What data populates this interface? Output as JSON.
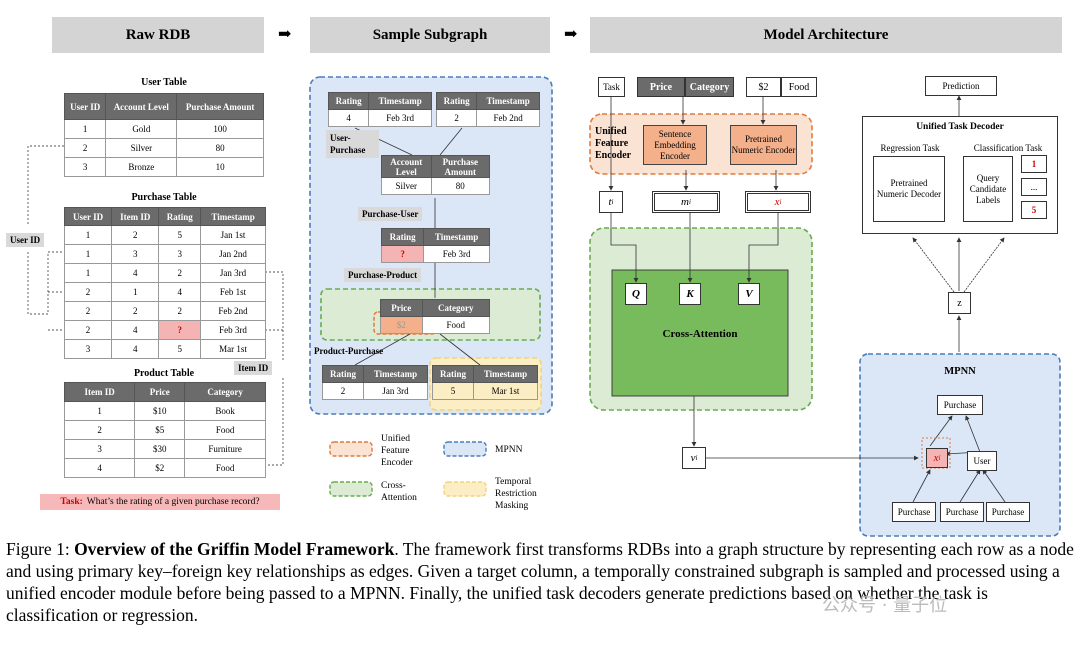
{
  "headers": {
    "raw_rdb": "Raw RDB",
    "sample_subgraph": "Sample Subgraph",
    "model_architecture": "Model Architecture"
  },
  "arrow_glyph": "➡",
  "user_table": {
    "title": "User Table",
    "columns": [
      "User ID",
      "Account Level",
      "Purchase Amount"
    ],
    "rows": [
      [
        "1",
        "Gold",
        "100"
      ],
      [
        "2",
        "Silver",
        "80"
      ],
      [
        "3",
        "Bronze",
        "10"
      ]
    ]
  },
  "purchase_table": {
    "title": "Purchase Table",
    "columns": [
      "User ID",
      "Item ID",
      "Rating",
      "Timestamp"
    ],
    "rows": [
      [
        "1",
        "2",
        "5",
        "Jan 1st"
      ],
      [
        "1",
        "3",
        "3",
        "Jan 2nd"
      ],
      [
        "1",
        "4",
        "2",
        "Jan 3rd"
      ],
      [
        "2",
        "1",
        "4",
        "Feb 1st"
      ],
      [
        "2",
        "2",
        "2",
        "Feb 2nd"
      ],
      [
        "2",
        "4",
        "?",
        "Feb 3rd"
      ],
      [
        "3",
        "4",
        "5",
        "Mar 1st"
      ]
    ]
  },
  "product_table": {
    "title": "Product Table",
    "columns": [
      "Item ID",
      "Price",
      "Category"
    ],
    "rows": [
      [
        "1",
        "$10",
        "Book"
      ],
      [
        "2",
        "$5",
        "Food"
      ],
      [
        "3",
        "$30",
        "Furniture"
      ],
      [
        "4",
        "$2",
        "Food"
      ]
    ]
  },
  "tags": {
    "user_id": "User ID",
    "item_id": "Item ID"
  },
  "task": {
    "label": "Task:",
    "text": "What’s the rating of a given purchase record?"
  },
  "subgraph": {
    "top_left": {
      "columns": [
        "Rating",
        "Timestamp"
      ],
      "row": [
        "4",
        "Feb 3rd"
      ]
    },
    "top_right": {
      "columns": [
        "Rating",
        "Timestamp"
      ],
      "row": [
        "2",
        "Feb 2nd"
      ]
    },
    "user_purchase_tag": "User-Purchase",
    "user_node": {
      "columns": [
        "Account Level",
        "Purchase Amount"
      ],
      "row": [
        "Silver",
        "80"
      ]
    },
    "purchase_user_tag": "Purchase-User",
    "target": {
      "columns": [
        "Rating",
        "Timestamp"
      ],
      "row": [
        "?",
        "Feb 3rd"
      ]
    },
    "purchase_product_tag": "Purchase-Product",
    "product": {
      "columns": [
        "Price",
        "Category"
      ],
      "row": [
        "$2",
        "Food"
      ]
    },
    "product_purchase_label": "Product-Purchase",
    "bottom_left": {
      "columns": [
        "Rating",
        "Timestamp"
      ],
      "row": [
        "2",
        "Jan 3rd"
      ]
    },
    "bottom_right": {
      "columns": [
        "Rating",
        "Timestamp"
      ],
      "row": [
        "5",
        "Mar 1st"
      ]
    }
  },
  "legend": {
    "ufe": "Unified Feature Encoder",
    "mpnn": "MPNN",
    "ca": "Cross-Attention",
    "trm": "Temporal Restriction Masking"
  },
  "model": {
    "task": "Task",
    "price": "Price",
    "category": "Category",
    "price_value": "$2",
    "category_value": "Food",
    "ufe_label": "Unified Feature Encoder",
    "sentence_encoder": "Sentence Embedding Encoder",
    "numeric_encoder": "Pretrained Numeric Encoder",
    "t_i": "t",
    "m_i": "m",
    "x_i": "x",
    "sub_i": "i",
    "q": "Q",
    "k": "K",
    "v": "V",
    "cross_attention": "Cross-Attention",
    "v_i": "v",
    "prediction": "Prediction",
    "decoder_title": "Unified Task Decoder",
    "regression_task": "Regression Task",
    "classification_task": "Classification Task",
    "numeric_decoder": "Pretrained Numeric Decoder",
    "query_labels": "Query Candidate Labels",
    "cand_1": "1",
    "cand_dots": "...",
    "cand_5": "5",
    "z": "z",
    "mpnn_title": "MPNN",
    "purchase_top": "Purchase",
    "user": "User",
    "purchase_b1": "Purchase",
    "purchase_b2": "Purchase",
    "purchase_b3": "Purchase"
  },
  "caption": {
    "prefix": "Figure 1: ",
    "bold": "Overview of the Griffin Model Framework",
    "text": ". The framework first transforms RDBs into a graph structure by representing each row as a node and using primary key–foreign key relationships as edges. Given a target column, a temporally constrained subgraph is sampled and processed using a unified encoder module before being passed to a MPNN. Finally, the unified task decoders generate predictions based on whether the task is classification or regression."
  },
  "watermark": "公众号 · 量子位",
  "colors": {
    "orange": "#e07b3c",
    "blue": "#4a7ebb",
    "green": "#6aab4f",
    "yellow": "#f3d27a"
  }
}
